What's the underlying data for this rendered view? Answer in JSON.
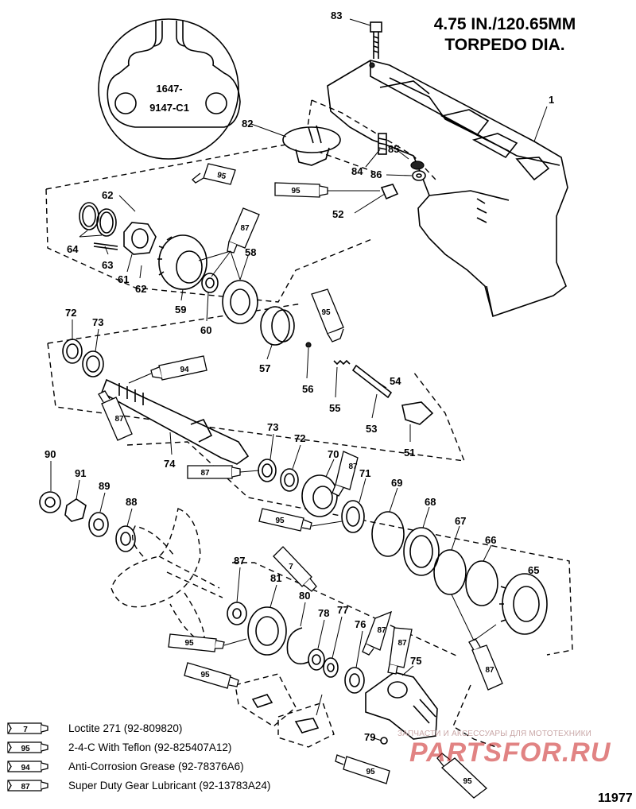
{
  "title": {
    "line1": "4.75 IN./120.65MM",
    "line2": "TORPEDO DIA."
  },
  "inset": {
    "part_number_line1": "1647-",
    "part_number_line2": "9147-C1"
  },
  "callouts": {
    "c1": "1",
    "c51": "51",
    "c52": "52",
    "c53": "53",
    "c54": "54",
    "c55": "55",
    "c56": "56",
    "c57": "57",
    "c58": "58",
    "c59": "59",
    "c60": "60",
    "c61": "61",
    "c62a": "62",
    "c62b": "62",
    "c63": "63",
    "c64": "64",
    "c65": "65",
    "c66": "66",
    "c67": "67",
    "c68": "68",
    "c69": "69",
    "c70": "70",
    "c71": "71",
    "c72a": "72",
    "c72b": "72",
    "c73a": "73",
    "c73b": "73",
    "c74": "74",
    "c75": "75",
    "c76": "76",
    "c77": "77",
    "c78": "78",
    "c79": "79",
    "c80": "80",
    "c81": "81",
    "c82": "82",
    "c83": "83",
    "c84": "84",
    "c85": "85",
    "c86": "86",
    "c87": "87",
    "c88": "88",
    "c89": "89",
    "c90": "90",
    "c91": "91"
  },
  "tubes": {
    "t95a": "95",
    "t95b": "95",
    "t87a": "87",
    "t95c": "95",
    "t94a": "94",
    "t87b": "87",
    "t87c": "87",
    "t87d": "87",
    "t95d": "95",
    "t7a": "7",
    "t95e": "95",
    "t95f": "95",
    "t87e": "87",
    "t87f": "87",
    "t87g": "87",
    "t95g": "95",
    "t95h": "95"
  },
  "legend": [
    {
      "code": "7",
      "text": "Loctite 271 (92-809820)"
    },
    {
      "code": "95",
      "text": "2-4-C  With Teflon (92-825407A12)"
    },
    {
      "code": "94",
      "text": "Anti-Corrosion Grease (92-78376A6)"
    },
    {
      "code": "87",
      "text": "Super Duty Gear Lubricant (92-13783A24)"
    }
  ],
  "watermark": "ЗАПЧАСТИ И АКСЕССУАРЫ ДЛЯ МОТОТЕХНИКИ",
  "brand": "PARTSFOR.RU",
  "drawing_number": "11977"
}
